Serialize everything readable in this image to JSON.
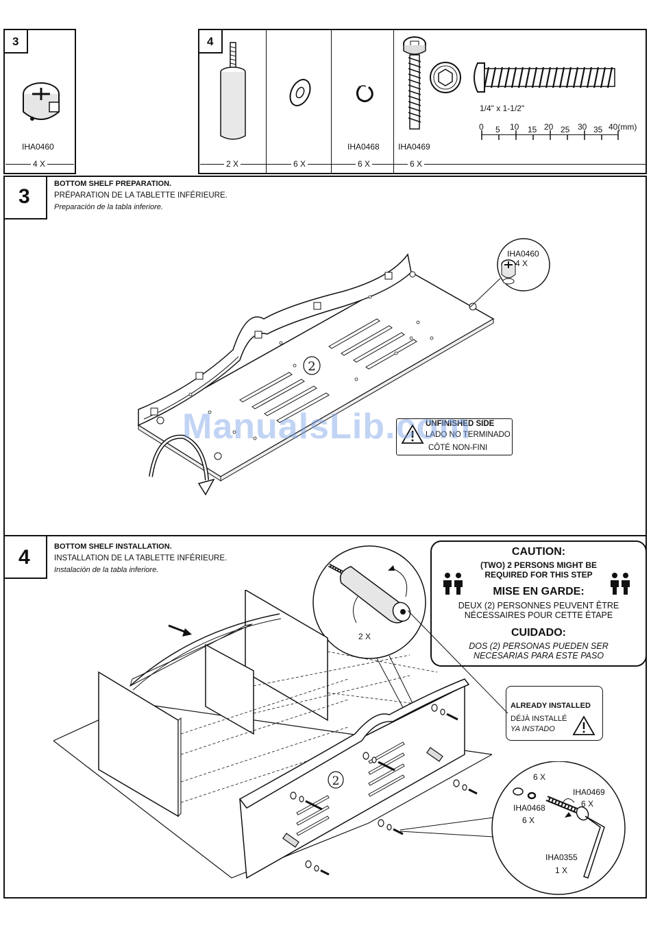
{
  "parts_left": {
    "step": "3",
    "part_code": "IHA0460",
    "qty": "4 X"
  },
  "parts_right": {
    "step": "4",
    "items": [
      {
        "name": "dowel-bolt",
        "code": "",
        "qty": "2 X"
      },
      {
        "name": "flat-washer",
        "code": "",
        "qty": "6 X"
      },
      {
        "name": "lock-washer",
        "code": "IHA0468",
        "qty": "6 X"
      },
      {
        "name": "hex-bolt",
        "code": "IHA0469",
        "qty": "6 X"
      }
    ],
    "bolt_size": "1/4\" x 1-1/2\"",
    "ruler": [
      "0",
      "5",
      "10",
      "15",
      "20",
      "25",
      "30",
      "35",
      "40(mm)"
    ]
  },
  "step3": {
    "number": "3",
    "title_en": "BOTTOM SHELF PREPARATION.",
    "title_fr": "PRÉPARATION DE LA TABLETTE INFÉRIEURE.",
    "title_es": "Preparación de la tabla inferiore.",
    "panel_label": "2",
    "callout_code": "IHA0460",
    "callout_qty": "4 X",
    "finish_en": "UNFINISHED SIDE",
    "finish_es": "LADO NO TERMINADO",
    "finish_fr": "CÔTÉ NON-FINI"
  },
  "step4": {
    "number": "4",
    "title_en": "BOTTOM SHELF INSTALLATION.",
    "title_fr": "INSTALLATION DE LA TABLETTE INFÉRIEURE.",
    "title_es": "Instalación de la tabla inferiore.",
    "caution": {
      "h1": "CAUTION:",
      "l1": "(TWO) 2 PERSONS MIGHT BE",
      "l2": "REQUIRED FOR THIS STEP",
      "h2": "MISE EN GARDE:",
      "l3": "DEUX (2) PERSONNES PEUVENT ÊTRE",
      "l4": "NÉCESSAIRES POUR CETTE ÉTAPE",
      "h3": "CUIDADO:",
      "l5": "DOS (2) PERSONAS PUEDEN SER",
      "l6": "NECESARIAS PARA ESTE PASO"
    },
    "already_en": "ALREADY INSTALLED",
    "already_fr": "DÉJÀ INSTALLÉ",
    "already_es": "YA INSTADO",
    "detail_qty": "2 X",
    "panel_label": "2",
    "callout": {
      "washer_qty": "6 X",
      "bolt_code": "IHA0469",
      "bolt_qty": "6 X",
      "lock_code": "IHA0468",
      "lock_qty": "6 X",
      "key_code": "IHA0355",
      "key_qty": "1 X"
    }
  },
  "watermark": "ManualsLib.com"
}
